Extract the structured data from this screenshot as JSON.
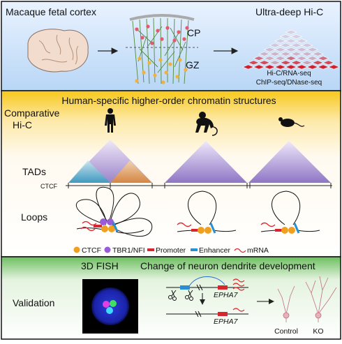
{
  "panel1": {
    "left_title": "Macaque fetal cortex",
    "right_title": "Ultra-deep Hi-C",
    "cp_label": "CP",
    "gz_label": "GZ",
    "methods": [
      "Hi-C/RNA-seq",
      "ChIP-seq/DNase-seq"
    ]
  },
  "panel2": {
    "title": "Human-specific higher-order chromatin structures",
    "row1_label": [
      "Comparative",
      "Hi-C"
    ],
    "row2_label": "TADs",
    "ctcf_axis_label": "CTCF",
    "row3_label": "Loops",
    "species_icons": [
      "human-icon",
      "monkey-icon",
      "mouse-icon"
    ],
    "legend": [
      {
        "label": "CTCF",
        "color": "#f0a020"
      },
      {
        "label": "TBR1/NFI",
        "color": "#9a5bd8"
      },
      {
        "label": "Promoter",
        "color": "#d8262e"
      },
      {
        "label": "Enhancer",
        "color": "#2a8fd0"
      },
      {
        "label": "mRNA",
        "color": "#e0262e"
      }
    ]
  },
  "panel3": {
    "title_fish": "3D FISH",
    "title_change": "Change of neuron dendrite development",
    "row_label": "Validation",
    "gene_label": "EPHA7",
    "gene_label_bottom": "EPHA7",
    "control_label": "Control",
    "ko_label": "KO"
  },
  "colors": {
    "panel1_bg_top": "#eaf3ff",
    "panel1_bg_bottom": "#b8d6f6",
    "panel2_bg_top": "#f7c81b",
    "panel3_bg_top": "#6cbf5f",
    "tad_purple": "#8e76c4",
    "tad_teal": "#3ba7c2",
    "tad_orange": "#e38b2a",
    "hic_red": "#d0202c"
  }
}
